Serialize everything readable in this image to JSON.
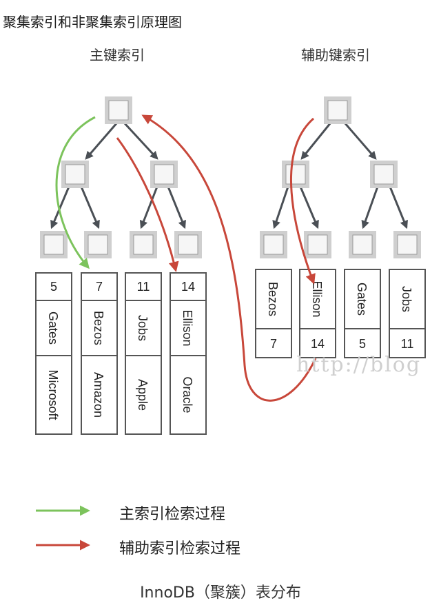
{
  "page_title": "聚集索引和非聚集索引原理图",
  "primary_tree": {
    "title": "主键索引",
    "records": [
      {
        "key": "5",
        "name": "Gates",
        "company": "Microsoft"
      },
      {
        "key": "7",
        "name": "Bezos",
        "company": "Amazon"
      },
      {
        "key": "11",
        "name": "Jobs",
        "company": "Apple"
      },
      {
        "key": "14",
        "name": "Ellison",
        "company": "Oracle"
      }
    ]
  },
  "secondary_tree": {
    "title": "辅助键索引",
    "records": [
      {
        "name": "Bezos",
        "key": "7"
      },
      {
        "name": "Ellison",
        "key": "14"
      },
      {
        "name": "Gates",
        "key": "5"
      },
      {
        "name": "Jobs",
        "key": "11"
      }
    ]
  },
  "legend": [
    {
      "label": "主索引检索过程",
      "color": "#7cc35c"
    },
    {
      "label": "辅助索引检索过程",
      "color": "#c8473a"
    }
  ],
  "caption": "InnoDB（聚簇）表分布",
  "watermark": "http://blog",
  "colors": {
    "edge": "#4a4f55",
    "primary_path": "#7cc35c",
    "secondary_path": "#c8473a"
  }
}
